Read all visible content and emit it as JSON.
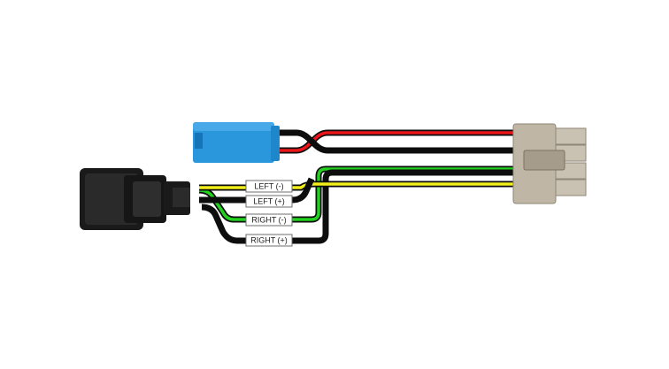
{
  "labels": {
    "left_minus": "LEFT (-)",
    "left_plus": "LEFT (+)",
    "right_minus": "RIGHT (-)",
    "right_plus": "RIGHT (+)"
  },
  "colors": {
    "yellow": "#f2ef1a",
    "green": "#22d21f",
    "black": "#0d0d0d",
    "red": "#e8161b",
    "blue_connector": "#2a97dd",
    "beige_connector": "#bfb6a5",
    "black_connector": "#1a1a1a"
  },
  "icons": {
    "blue_plug": "blue-bullet-connector",
    "beige_plug": "four-pin-beige-connector",
    "black_plug": "black-automotive-connector"
  }
}
